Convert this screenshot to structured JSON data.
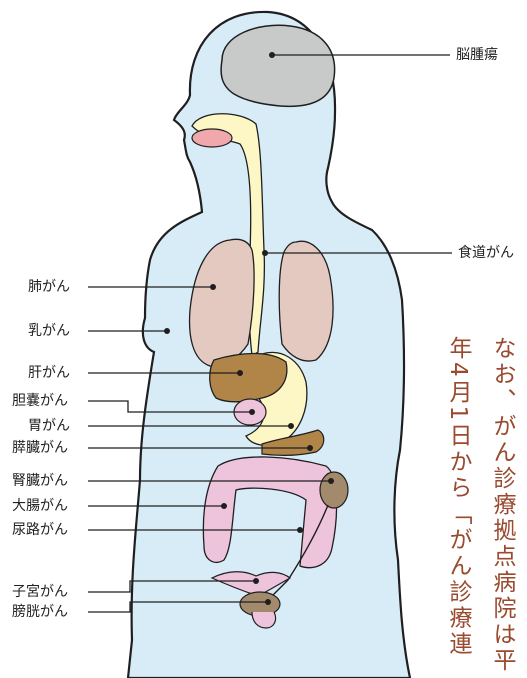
{
  "labels": {
    "brain_tumor": "脳腫瘍",
    "esophageal": "食道がん",
    "lung": "肺がん",
    "breast": "乳がん",
    "liver": "肝がん",
    "gallbladder": "胆嚢がん",
    "stomach": "胃がん",
    "pancreatic": "膵臓がん",
    "kidney": "腎臓がん",
    "colorectal": "大腸がん",
    "urinary_tract": "尿路がん",
    "uterine": "子宮がん",
    "bladder": "膀胱がん"
  },
  "side_text": {
    "line1": "なお、がん診療拠点病院は平",
    "line2": "年4月1日から「がん診療連"
  },
  "colors": {
    "body": "#d8ecf8",
    "outline": "#1f1f1f",
    "brain": "#c8c9c9",
    "mouth": "#f0a8ac",
    "esophagus": "#fdf6c5",
    "lung": "#e4c9c1",
    "liver": "#b18548",
    "stomach": "#fdf6c5",
    "pancreas": "#b18548",
    "intestine": "#eec4dc",
    "kidney": "#a48a6c",
    "bladder": "#a48a6c",
    "text_accent": "#9a4a2e"
  }
}
